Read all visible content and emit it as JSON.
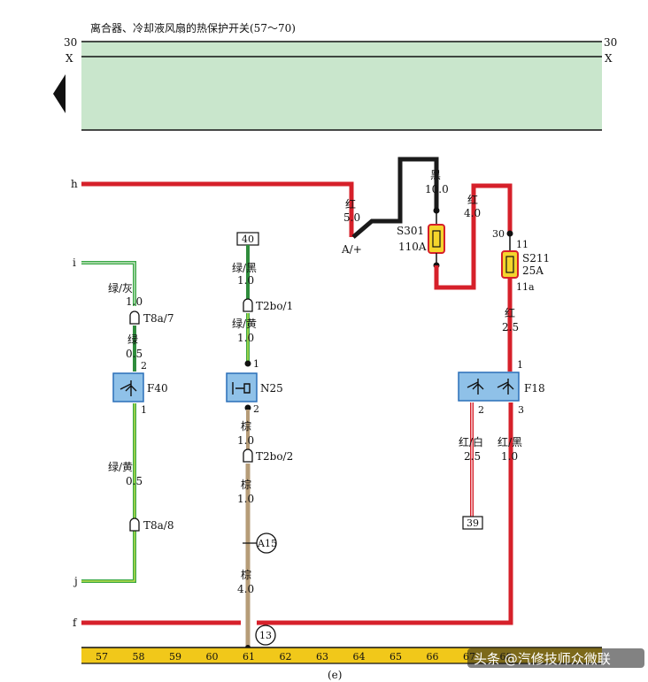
{
  "header": {
    "title": "离合器、冷却液风扇的热保护开关(57～70)",
    "rail_30_left": "30",
    "rail_30_right": "30",
    "rail_x_left": "X",
    "rail_x_right": "X"
  },
  "wires": {
    "h": "h",
    "i": "i",
    "j": "j",
    "f": "f",
    "red_50_color": "红",
    "red_50_size": "5.0",
    "a_plus": "A/+",
    "black_color": "黑",
    "black_size": "10.0",
    "red_40_color": "红",
    "red_40_size": "4.0",
    "s301_name": "S301",
    "s301_rating": "110A",
    "s211_pin_in": "30",
    "s211_pin_11": "11",
    "s211_name": "S211",
    "s211_rating": "25A",
    "s211_pin_out": "11a",
    "red_25_color": "红",
    "red_25_size": "2.5",
    "f18_pin1": "1",
    "f18_name": "F18",
    "f18_pin2": "2",
    "f18_pin3": "3",
    "rw_color": "红/白",
    "rw_size": "2.5",
    "rb_color": "红/黑",
    "rb_size": "1.0",
    "ref39": "39",
    "ref40": "40",
    "gb_color": "绿/黑",
    "gb_size": "1.0",
    "t2bo1": "T2bo/1",
    "gy_color": "绿/黄",
    "gy_size": "1.0",
    "n25_pin1": "1",
    "n25_name": "N25",
    "n25_pin2": "2",
    "br1_color": "棕",
    "br1_size": "1.0",
    "t2bo2": "T2bo/2",
    "br2_color": "棕",
    "br2_size": "1.0",
    "a15": "A15",
    "br3_color": "棕",
    "br3_size": "4.0",
    "ggr_color": "绿/灰",
    "ggr_size": "1.0",
    "t8a7": "T8a/7",
    "g_color": "绿",
    "g_size": "0.5",
    "f40_pin2": "2",
    "f40_name": "F40",
    "f40_pin1": "1",
    "gy2_color": "绿/黄",
    "gy2_size": "0.5",
    "t8a8": "T8a/8",
    "ground13": "13"
  },
  "bottom_rail": {
    "numbers": [
      "57",
      "58",
      "59",
      "60",
      "61",
      "62",
      "63",
      "64",
      "65",
      "66",
      "67",
      "68"
    ]
  },
  "caption": "(e)",
  "watermark": "头条 @汽修技师众微联",
  "colors": {
    "red": "#d6202a",
    "black": "#1a1a1a",
    "green": "#3aa845",
    "green_light": "#a9dc8c",
    "brown": "#b69c78",
    "rail_fill": "#c9e6cc",
    "rail_bottom": "#f1c81a",
    "component_fill": "#8fc1e8",
    "fuse_fill": "#f4d52c"
  }
}
